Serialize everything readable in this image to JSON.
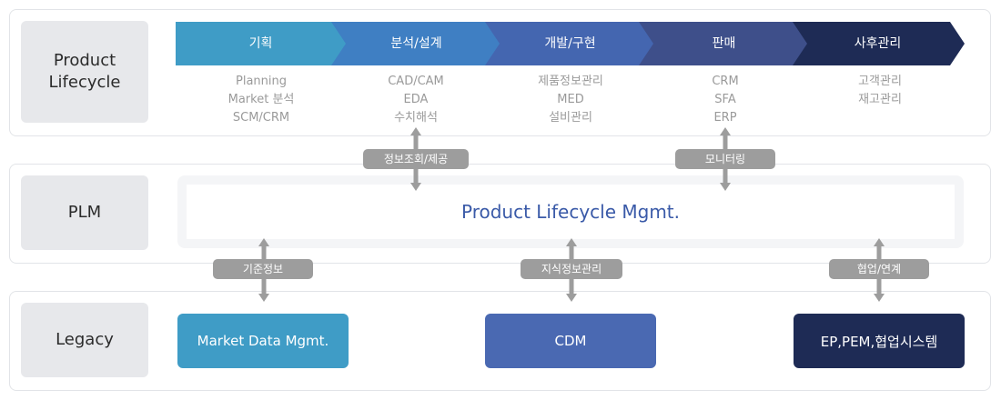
{
  "rows": {
    "lifecycle": "Product\nLifecycle",
    "plm": "PLM",
    "legacy": "Legacy"
  },
  "stages": [
    {
      "title": "기획",
      "details": [
        "Planning",
        "Market 분석",
        "SCM/CRM"
      ],
      "color": "#3f9cc6"
    },
    {
      "title": "분석/설계",
      "details": [
        "CAD/CAM",
        "EDA",
        "수치해석"
      ],
      "color": "#3f7fc3"
    },
    {
      "title": "개발/구현",
      "details": [
        "제품정보관리",
        "MED",
        "설비관리"
      ],
      "color": "#4466b0"
    },
    {
      "title": "판매",
      "details": [
        "CRM",
        "SFA",
        "ERP"
      ],
      "color": "#3e4f8a"
    },
    {
      "title": "사후관리",
      "details": [
        "고객관리",
        "재고관리"
      ],
      "color": "#1e2b55"
    }
  ],
  "plm": {
    "title": "Product Lifecycle Mgmt."
  },
  "connectors_top": [
    {
      "label": "정보조회/제공"
    },
    {
      "label": "모니터링"
    }
  ],
  "connectors_bottom": [
    {
      "label": "기준정보"
    },
    {
      "label": "지식정보관리"
    },
    {
      "label": "협업/연계"
    }
  ],
  "legacy_systems": [
    {
      "label": "Market Data Mgmt.",
      "color": "#3f9cc6"
    },
    {
      "label": "CDM",
      "color": "#4a69b2"
    },
    {
      "label": "EP,PEM,협업시스템",
      "color": "#1e2b55"
    }
  ],
  "colors": {
    "connector": "#9d9d9d",
    "plm_text": "#3a5aa8"
  }
}
